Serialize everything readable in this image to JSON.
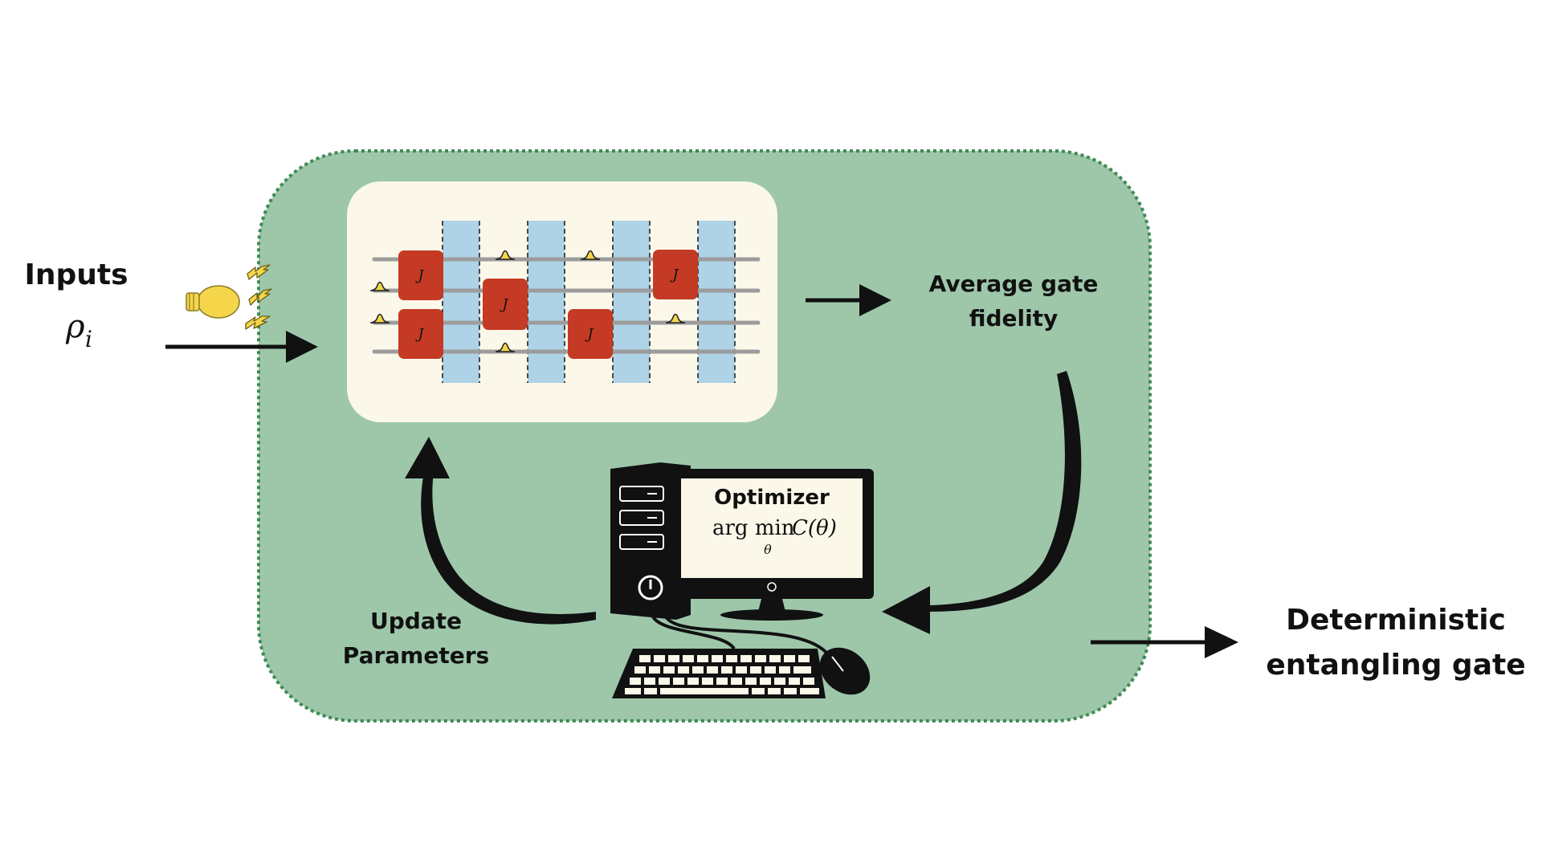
{
  "inputs": {
    "title": "Inputs",
    "symbol_base": "ρ",
    "symbol_sub": "i"
  },
  "gate_label": "J",
  "fidelity": {
    "line1": "Average gate",
    "line2": "fidelity"
  },
  "optimizer": {
    "title": "Optimizer",
    "formula_main": "arg min",
    "formula_func": "C(θ)",
    "formula_sub": "θ"
  },
  "update": {
    "line1": "Update",
    "line2": "Parameters"
  },
  "output": {
    "line1": "Deterministic",
    "line2": "entangling gate"
  },
  "colors": {
    "loop_fill": "#9ec7aa",
    "loop_border": "#3f8a55",
    "circuit_bg": "#fbf8ea",
    "gate_red": "#c53a24",
    "column_blue": "#aed2e6",
    "pulse_yellow": "#f5d64a"
  }
}
